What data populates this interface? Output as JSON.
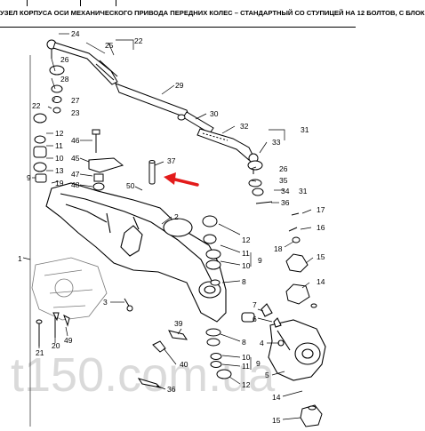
{
  "header": {
    "title": "УЗЕЛ КОРПУСА ОСИ МЕХАНИЧЕСКОГО ПРИВОДА ПЕРЕДНИХ КОЛЕС – СТАНДАРТНЫЙ СО СТУПИЦЕЙ НА 12 БОЛТОВ, С БЛОК"
  },
  "callouts": {
    "c24": "24",
    "c22a": "22",
    "c25": "25",
    "c26a": "26",
    "c28": "28",
    "c27": "27",
    "c22b": "22",
    "c23": "23",
    "c12a": "12",
    "c11a": "11",
    "c10a": "10",
    "c13": "13",
    "c9a": "9",
    "c19": "19",
    "c46": "46",
    "c45": "45",
    "c47": "47",
    "c48": "48",
    "c29": "29",
    "c30": "30",
    "c37": "37",
    "c32": "32",
    "c31a": "31",
    "c33": "33",
    "c26b": "26",
    "c35": "35",
    "c34": "34",
    "c31b": "31",
    "c36a": "36",
    "c50": "50",
    "c2": "2",
    "c17": "17",
    "c16": "16",
    "c18": "18",
    "c12b": "12",
    "c11b": "11",
    "c10b": "10",
    "c9b": "9",
    "c8a": "8",
    "c1": "1",
    "c15a": "15",
    "c14a": "14",
    "c3": "3",
    "c7": "7",
    "c6": "6",
    "c4": "4",
    "c5": "5",
    "c39": "39",
    "c8b": "8",
    "c10c": "10",
    "c11c": "11",
    "c12c": "12",
    "c9c": "9",
    "c40": "40",
    "c36b": "36",
    "c14b": "14",
    "c15b": "15",
    "c21": "21",
    "c20": "20",
    "c49": "49"
  },
  "watermark": "t150.com.ua",
  "colors": {
    "line": "#000000",
    "arrow": "#e31b1b",
    "watermark": "#bdbdbd"
  }
}
